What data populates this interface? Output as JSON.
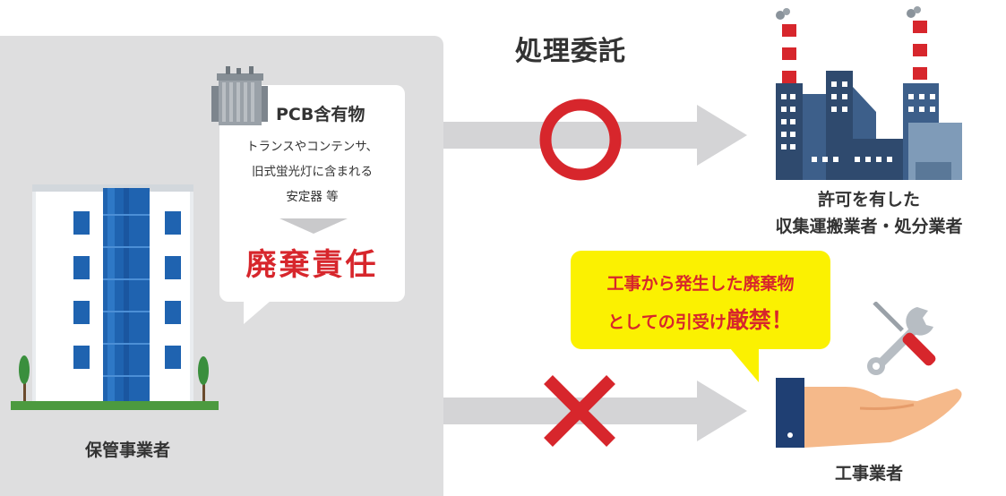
{
  "header": {
    "title": "処理委託"
  },
  "left_panel": {
    "owner_label": "保管事業者"
  },
  "bubble": {
    "title": "PCB含有物",
    "lines": [
      "トランスやコンテンサ、",
      "旧式蛍光灯に含まれる",
      "安定器 等"
    ],
    "responsibility": "廃棄責任"
  },
  "right": {
    "licensed_line1": "許可を有した",
    "licensed_line2": "収集運搬業者・処分業者",
    "contractor_label": "工事業者"
  },
  "callout": {
    "line1": "工事から発生した廃棄物",
    "line2_prefix": "としての引受け",
    "line2_emph": "厳禁！"
  },
  "marks": {
    "allowed": "circle-ok",
    "forbidden": "cross-ng"
  },
  "colors": {
    "red": "#d7262c",
    "yellow": "#fbf101",
    "panel_gray": "#dededf",
    "arrow_gray": "#d4d4d6",
    "factory_blue": "#2f4a6e",
    "building_blue": "#1f63b0"
  }
}
